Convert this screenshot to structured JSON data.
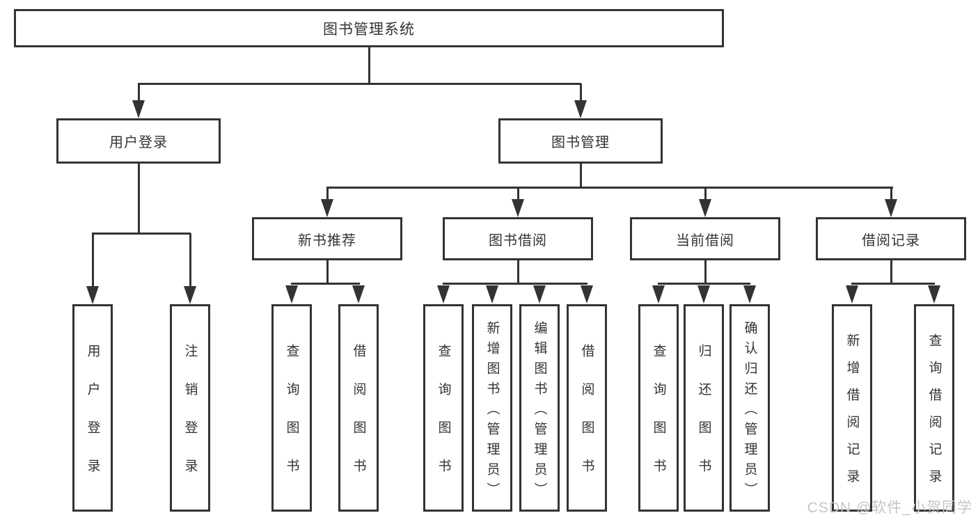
{
  "diagram_type": "tree",
  "tree": {
    "label": "图书管理系统",
    "children": [
      {
        "label": "用户登录",
        "children": [
          {
            "label": "用户登录"
          },
          {
            "label": "注销登录"
          }
        ]
      },
      {
        "label": "图书管理",
        "children": [
          {
            "label": "新书推荐",
            "children": [
              {
                "label": "查询图书"
              },
              {
                "label": "借阅图书"
              }
            ]
          },
          {
            "label": "图书借阅",
            "children": [
              {
                "label": "查询图书"
              },
              {
                "label": "新增图书（管理员）"
              },
              {
                "label": "编辑图书（管理员）"
              },
              {
                "label": "借阅图书"
              }
            ]
          },
          {
            "label": "当前借阅",
            "children": [
              {
                "label": "查询图书"
              },
              {
                "label": "归还图书"
              },
              {
                "label": "确认归还（管理员）"
              }
            ]
          },
          {
            "label": "借阅记录",
            "children": [
              {
                "label": "新增借阅记录"
              },
              {
                "label": "查询借阅记录"
              }
            ]
          }
        ]
      }
    ]
  },
  "watermark": {
    "text": "CSDN @软件_小贺同学"
  },
  "colors": {
    "line": "#333333",
    "text": "#333333",
    "watermark": "#c6c6c6",
    "background": "#ffffff"
  }
}
